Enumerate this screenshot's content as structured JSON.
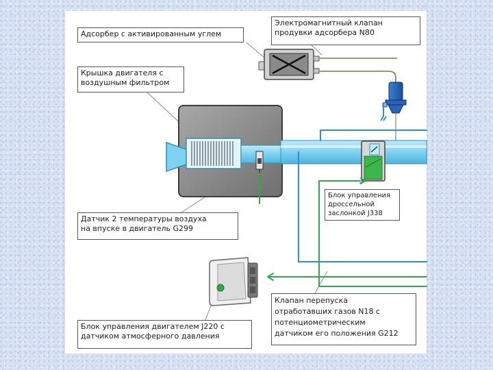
{
  "labels": {
    "adsorber": "Адсорбер с активированным углем",
    "solenoid_valve": "Электромагнитный клапан\nпродувки адсорбера N80",
    "engine_cover": "Крышка двигателя с\nвоздушным фильтром",
    "temp_sensor": "Датчик 2 температуры воздуха\nна впуске в двигатель G299",
    "throttle_unit": "Блок управления\nдроссельной\nзаслонкой J338",
    "ecu": "Блок управления двигателем J220 с\nдатчиком атмосферного давления",
    "wastegate_valve": "Клапан перепуска\nотработавших газов N18 с\nпотенциометрическим\nдатчиком его положения G212"
  },
  "colors": {
    "pipe_blue": "#7fd2ef",
    "pipe_blue_dark": "#3aa6d2",
    "signal_blue": "#2a8ed8",
    "signal_green": "#2fa84a",
    "housing_gray": "#8e8e8e",
    "leader_line": "#888888"
  }
}
